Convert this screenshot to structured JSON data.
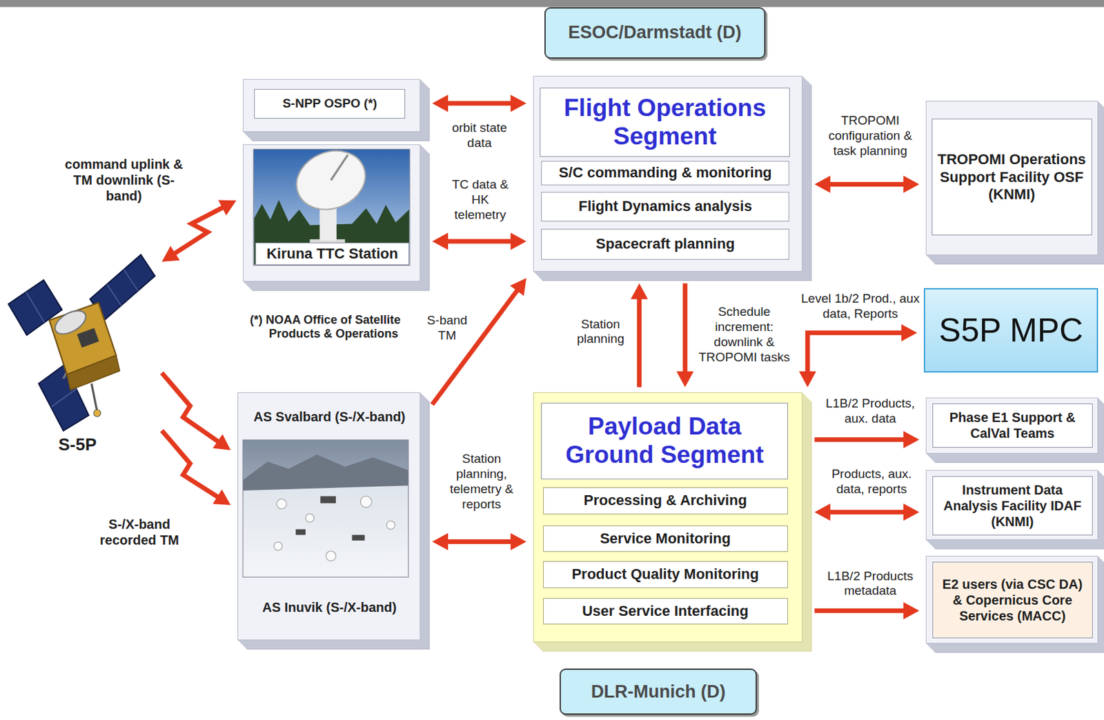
{
  "diagram": {
    "nodes": [
      {
        "text": [
          "ESOC/Darmstadt (D)"
        ]
      },
      {
        "text": [
          "S-NPP OSPO (*)"
        ]
      },
      {
        "text": [
          "Kiruna TTC Station"
        ]
      },
      {
        "text": [
          "Flight Operations Segment"
        ]
      },
      {
        "text": [
          "S/C commanding & monitoring"
        ],
        "in": 3
      },
      {
        "text": [
          "Flight Dynamics analysis"
        ],
        "in": 3
      },
      {
        "text": [
          "Spacecraft planning"
        ],
        "in": 3
      },
      {
        "text": [
          "TROPOMI Operations Support Facility OSF (KNMI)"
        ]
      },
      {
        "text": [
          "S-5P"
        ]
      },
      {
        "text": [
          "S5P MPC"
        ]
      },
      {
        "text": [
          "AS Svalbard (S-/X-band)",
          "AS Inuvik (S-/X-band)"
        ]
      },
      {
        "text": [
          "Payload Data Ground Segment"
        ]
      },
      {
        "text": [
          "Processing & Archiving"
        ],
        "in": 11
      },
      {
        "text": [
          "Service Monitoring"
        ],
        "in": 11
      },
      {
        "text": [
          "Product Quality Monitoring"
        ],
        "in": 11
      },
      {
        "text": [
          "User Service Interfacing"
        ],
        "in": 11
      },
      {
        "text": [
          "Phase E1 Support & CalVal Teams"
        ]
      },
      {
        "text": [
          "Instrument Data Analysis Facility IDAF (KNMI)"
        ]
      },
      {
        "text": [
          "E2 users (via CSC DA) & Copernicus Core Services (MACC)"
        ]
      },
      {
        "text": [
          "DLR-Munich (D)"
        ]
      }
    ],
    "edges": [
      {
        "from": 1,
        "to": 3,
        "arrow": "both",
        "label": "orbit state data"
      },
      {
        "from": 2,
        "to": 3,
        "arrow": "both",
        "label": "TC data & HK telemetry"
      },
      {
        "from": 8,
        "to": 2,
        "arrow": "both",
        "label": "command uplink & TM downlink (S-band)"
      },
      {
        "from": 8,
        "to": 10,
        "arrow": "to"
      },
      {
        "from": 8,
        "to": 10,
        "arrow": "to",
        "label": "S-/X-band recorded TM"
      },
      {
        "from": 10,
        "to": 3,
        "arrow": "to",
        "label": "S-band TM"
      },
      {
        "from": 10,
        "to": 11,
        "arrow": "both",
        "label": "Station planning, telemetry & reports"
      },
      {
        "from": 3,
        "to": 7,
        "arrow": "both",
        "label": "TROPOMI configuration & task planning"
      },
      {
        "from": 11,
        "to": 3,
        "arrow": "to",
        "label": "Station planning"
      },
      {
        "from": 3,
        "to": 11,
        "arrow": "to",
        "label": "Schedule increment: downlink & TROPOMI tasks"
      },
      {
        "from": 11,
        "to": 9,
        "arrow": "both",
        "label": "Level 1b/2 Prod., aux data, Reports"
      },
      {
        "from": 11,
        "to": 16,
        "arrow": "to",
        "label": "L1B/2 Products, aux. data"
      },
      {
        "from": 11,
        "to": 17,
        "arrow": "both",
        "label": "Products, aux. data, reports"
      },
      {
        "from": 11,
        "to": 18,
        "arrow": "to",
        "label": "L1B/2 Products metadata"
      }
    ],
    "labels": [
      "(*) NOAA Office of Satellite Products & Operations"
    ]
  }
}
